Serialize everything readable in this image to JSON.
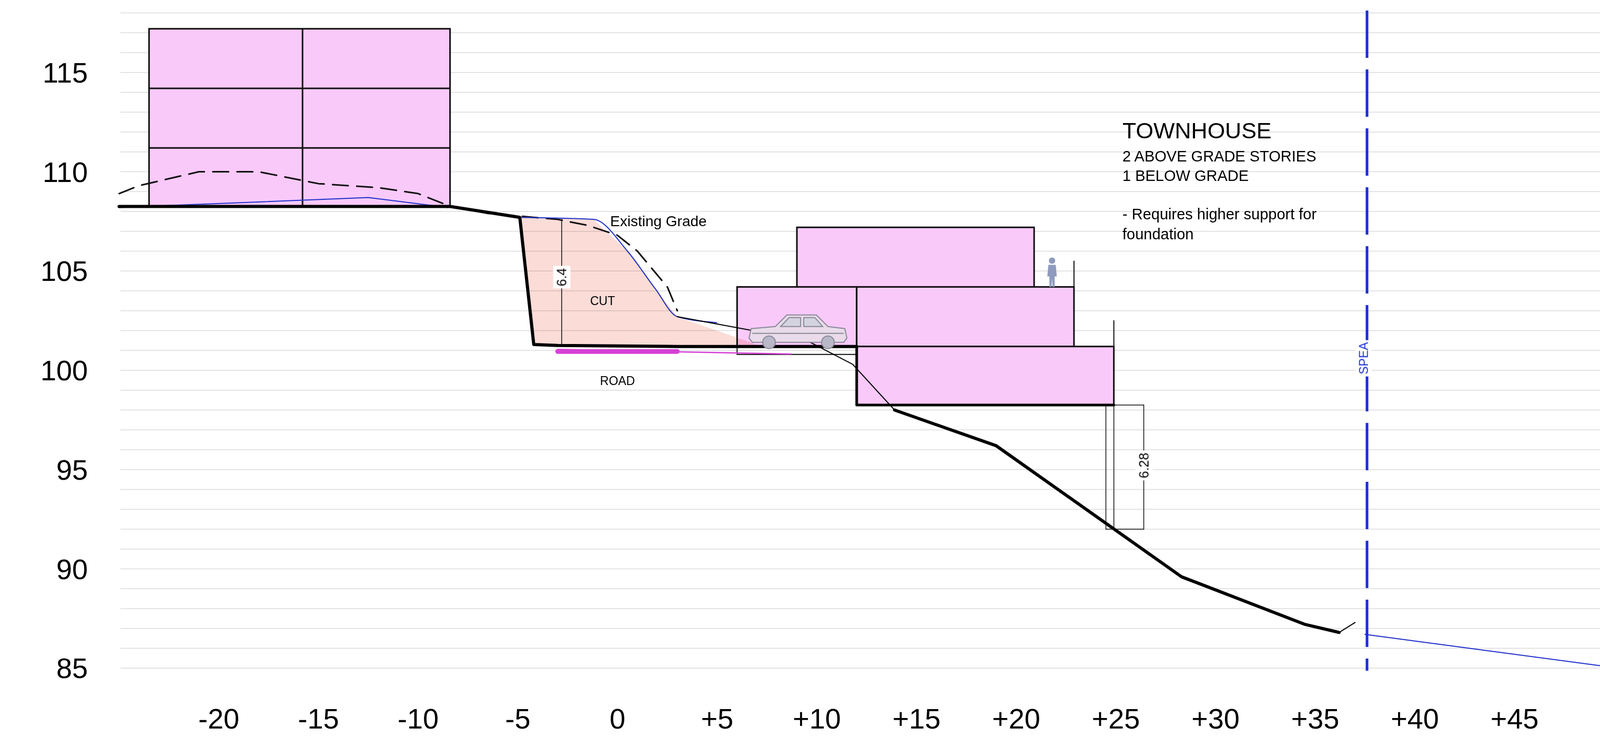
{
  "diagram": {
    "nodes": [
      {
        "text": [
          "CUT"
        ]
      }
    ],
    "labels": [
      "115",
      "110",
      "105",
      "100",
      "95",
      "90",
      "85",
      "-20",
      "-15",
      "-10",
      "-5",
      "0",
      "+5",
      "+10",
      "+15",
      "+20",
      "+25",
      "+30",
      "+35",
      "+40",
      "+45",
      "Existing Grade",
      "6.4",
      "ROAD",
      "TOWNHOUSE",
      "2 ABOVE GRADE STORIES",
      "1 BELOW GRADE",
      "- Requires higher support for foundation",
      "6.28",
      "SPEA"
    ]
  }
}
